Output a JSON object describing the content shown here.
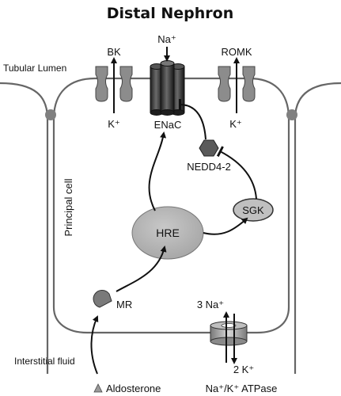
{
  "title": "Distal Nephron",
  "regions": {
    "lumen": "Tubular Lumen",
    "interstitial": "Interstitial fluid",
    "cell": "Principal cell"
  },
  "channels": {
    "bk": {
      "name": "BK",
      "ion": "K⁺"
    },
    "enac": {
      "name": "ENaC",
      "ion": "Na⁺"
    },
    "romk": {
      "name": "ROMK",
      "ion": "K⁺"
    }
  },
  "molecules": {
    "nedd": "NEDD4-2",
    "sgk": "SGK",
    "hre": "HRE",
    "mr": "MR",
    "aldosterone": "Aldosterone"
  },
  "pump": {
    "na": "3 Na⁺",
    "k": "2 K⁺",
    "name": "Na⁺/K⁺ ATPase"
  },
  "colors": {
    "membrane": "#666666",
    "channel": "#8c8c8c",
    "enac": "#2b2b2b",
    "hre": "#b8b8b8",
    "sgk": "#c0c0c0",
    "nedd": "#5a5a5a",
    "junction": "#808080"
  }
}
